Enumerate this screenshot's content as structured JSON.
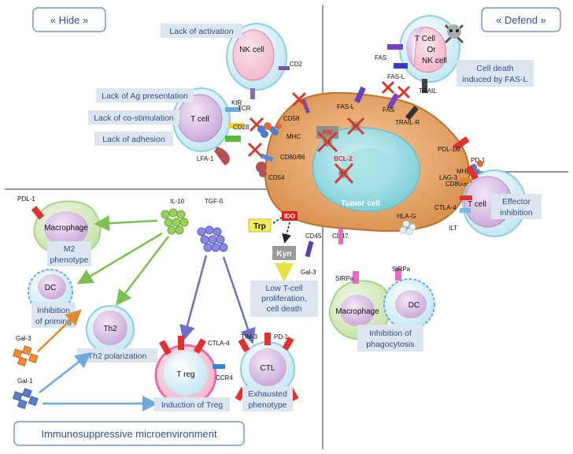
{
  "sections": {
    "hide": "« Hide »",
    "defend": "« Defend »",
    "immuno": "Immunosuppressive microenvironment"
  },
  "cells": {
    "nk": "NK cell",
    "tcell_top": "T cell",
    "tcell_or_nk": [
      "T Cell",
      "Or",
      "NK cell"
    ],
    "tumor": "Tumor cell",
    "tcell_right": "T cell",
    "macrophage_left": "Macrophage",
    "dc_left": "DC",
    "th2": "Th2",
    "treg": "T reg",
    "ctl": "CTL",
    "macrophage_right": "Macrophage",
    "dc_right": "DC"
  },
  "notes": {
    "lack_activation": "Lack of activation",
    "lack_ag": "Lack of Ag presentation",
    "lack_costim": "Lack of co-stimulation",
    "lack_adhesion": "Lack of adhesion",
    "fasl_death": [
      "Cell death",
      "induced by FAS-L"
    ],
    "effector_inhibition": [
      "Effector",
      "inhibition"
    ],
    "m2": [
      "M2",
      "phenotype"
    ],
    "priming": [
      "Inhibition",
      "of priming"
    ],
    "th2_pol": "Th2 polarization",
    "treg_induction": "Induction of Treg",
    "exhausted": [
      "Exhausted",
      "phenotype"
    ],
    "low_tcell": [
      "Low T-cell",
      "proliferation,",
      "cell death"
    ],
    "phago": [
      "Inhibition of",
      "phagocytosis"
    ]
  },
  "labels": {
    "cd2": "CD2",
    "kir": "KIR",
    "tcr": "TCR",
    "cd28": "CD28",
    "lfa1": "LFA-1",
    "cd58": "CD58",
    "mhc": "MHC",
    "cd80_86": "CD80/86",
    "cd54": "CD54",
    "fas_top": "FAS",
    "fasl_top": "FAS-L",
    "trail": "TRAIL",
    "fasl_tumor": "FAS-L",
    "fas_tumor": "FAS",
    "trailr": "TRAIL-R",
    "pi9": "PI9",
    "bcl2": "BCL-2",
    "pdl12": "PDL-1/2",
    "mhc_right": "MHC",
    "cd80_86_right": "CD80/86",
    "pd1_right": "PD-1",
    "lag3": "LAG-3",
    "ctla4_right": "CTLA-4",
    "ilt": "ILT",
    "hlag": "HLA-G",
    "cd47": "CD47",
    "cd45": "CD45",
    "gal3_tumor": "Gal-3",
    "ido": "IDO",
    "trp": "Trp",
    "kyn": "Kyn",
    "il10": "IL-10",
    "tgfb": "TGF-ß",
    "pdl1_left": "PDL-1",
    "gal3_left": "Gal-3",
    "gal1": "Gal-1",
    "ctla4_treg": "CTLA-4",
    "ccr4": "CCR4",
    "tim3": "TIM-3",
    "pd1_ctl": "PD-1",
    "sirpa_left": "SIRPa",
    "sirpa_right": "SIRPa"
  },
  "colors": {
    "note_text": "#2e4f8f",
    "note_bg": "#dde6ee",
    "tumor_body": "#e8a86b",
    "nucleus": "#a8dde3",
    "green_arrow": "#7cbf52",
    "purple_arrow": "#6f6fc8",
    "blue_arrow": "#6ea8dc",
    "orange_arrow": "#e08a2a",
    "red_cross": "#d23a2a"
  }
}
